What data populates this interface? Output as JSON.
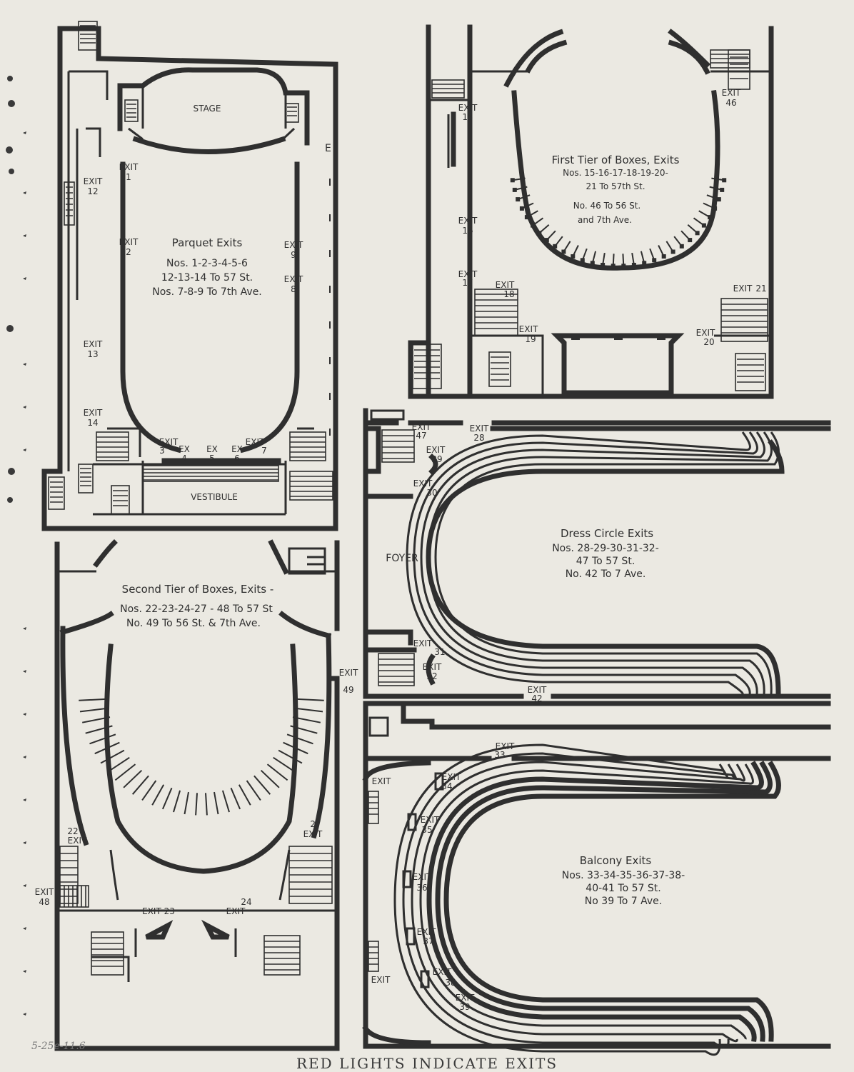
{
  "footer": "RED LIGHTS INDICATE EXITS",
  "catalog_note": "5-25e-11.6",
  "parquet": {
    "stage": "STAGE",
    "vestibule": "VESTIBULE",
    "title": "Parquet Exits",
    "lines": [
      "Nos. 1-2-3-4-5-6",
      "12-13-14 To 57 St.",
      "Nos. 7-8-9 To 7th Ave."
    ],
    "exits": {
      "e1": [
        "EXIT",
        "1"
      ],
      "e2": [
        "EXIT",
        "2"
      ],
      "e12": [
        "EXIT",
        "12"
      ],
      "e13": [
        "EXIT",
        "13"
      ],
      "e14": [
        "EXIT",
        "14"
      ],
      "e9": [
        "EXIT",
        "9"
      ],
      "e8": [
        "EXIT",
        "8"
      ],
      "e3": [
        "EXIT",
        "3"
      ],
      "e4": [
        "EX",
        "4"
      ],
      "e5": [
        "EX",
        "5"
      ],
      "e6": [
        "EX",
        "6"
      ],
      "e7": [
        "EXIT",
        "7"
      ]
    },
    "letter_e": "E"
  },
  "first_tier": {
    "title": "First Tier of Boxes, Exits",
    "lines": [
      "Nos. 15-16-17-18-19-20-",
      "21 To 57th St.",
      "No. 46 To 56 St.",
      "and 7th Ave."
    ],
    "exits": {
      "e15": [
        "EXIT",
        "15"
      ],
      "e16": [
        "EXIT",
        "16"
      ],
      "e17": [
        "EXIT",
        "17"
      ],
      "e18": [
        "EXIT",
        "18"
      ],
      "e19": [
        "EXIT",
        "19"
      ],
      "e20": [
        "EXIT",
        "20"
      ],
      "e21": [
        "EXIT",
        "21"
      ],
      "e46": [
        "EXIT",
        "46"
      ]
    }
  },
  "second_tier": {
    "title": "Second Tier of Boxes, Exits -",
    "lines": [
      "Nos. 22-23-24-27 - 48 To 57 St",
      "No. 49 To 56 St. & 7th Ave."
    ],
    "exits": {
      "e22": [
        "22",
        "EXIT"
      ],
      "e27": [
        "27",
        "EXIT"
      ],
      "e48": [
        "EXIT",
        "48"
      ],
      "e49": [
        "EXIT",
        "49"
      ],
      "e23": [
        "EXIT 23"
      ],
      "e24": [
        "24",
        "EXIT"
      ]
    }
  },
  "dress_circle": {
    "foyer": "FOYER",
    "title": "Dress Circle Exits",
    "lines": [
      "Nos. 28-29-30-31-32-",
      "47 To 57 St.",
      "No. 42 To 7 Ave."
    ],
    "exits": {
      "e47": [
        "EXIT",
        "47"
      ],
      "e28": [
        "EXIT",
        "28"
      ],
      "e29": [
        "EXIT",
        "29"
      ],
      "e30": [
        "EXIT",
        "30"
      ],
      "e31": [
        "EXIT",
        "31"
      ],
      "e32": [
        "EXIT",
        "32"
      ],
      "e42": [
        "EXIT",
        "42"
      ]
    }
  },
  "balcony": {
    "title": "Balcony Exits",
    "lines": [
      "Nos. 33-34-35-36-37-38-",
      "40-41 To 57 St.",
      "No 39 To 7 Ave."
    ],
    "exits": {
      "e33": [
        "EXIT",
        "33"
      ],
      "e34": [
        "EXIT",
        "34"
      ],
      "e35": [
        "EXIT",
        "35"
      ],
      "e36": [
        "EXIT",
        "36"
      ],
      "e37": [
        "EXIT",
        "37"
      ],
      "e38": [
        "EXIT",
        "38"
      ],
      "e39": [
        "EXIT",
        "39"
      ],
      "e40": [
        "EXIT"
      ],
      "e41": [
        "EXIT"
      ]
    }
  }
}
